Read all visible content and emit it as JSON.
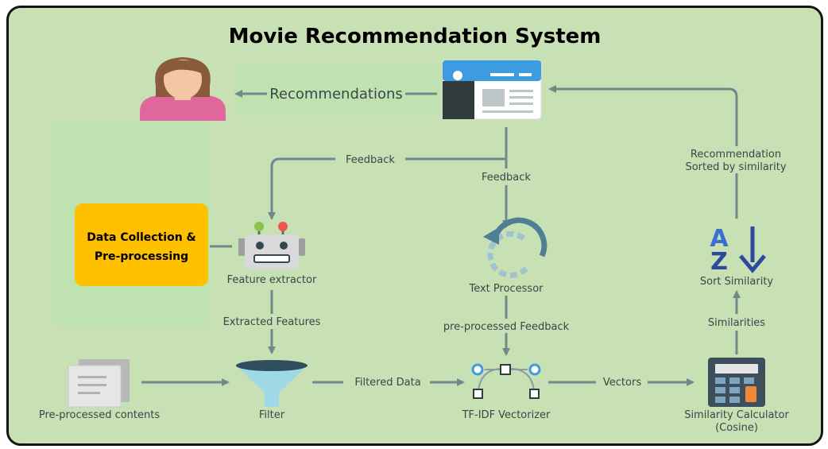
{
  "title": "Movie Recommendation System",
  "nodes": {
    "user": {
      "icon": "user-avatar-icon"
    },
    "app": {
      "icon": "web-app-icon"
    },
    "data_collection": {
      "line1": "Data Collection &",
      "line2": "Pre-processing"
    },
    "feature_extractor": {
      "label": "Feature extractor",
      "icon": "robot-icon"
    },
    "text_processor": {
      "label": "Text Processor",
      "icon": "refresh-cycle-icon"
    },
    "sort_similarity": {
      "label": "Sort Similarity",
      "icon": "sort-az-icon",
      "icon_a": "A",
      "icon_z": "Z"
    },
    "contents": {
      "label": "Pre-processed contents",
      "icon": "document-stack-icon"
    },
    "filter": {
      "label": "Filter",
      "icon": "funnel-icon"
    },
    "vectorizer": {
      "label": "TF-IDF Vectorizer",
      "icon": "vector-path-icon"
    },
    "calculator": {
      "line1": "Similarity Calculator",
      "line2": "(Cosine)",
      "icon": "calculator-icon"
    }
  },
  "edges": {
    "recommendations": "Recommendations",
    "feedback_left": "Feedback",
    "feedback_down": "Feedback",
    "recommendation_line1": "Recommendation",
    "recommendation_line2": "Sorted by similarity",
    "extracted_features": "Extracted Features",
    "preprocessed_feedback": "pre-processed Feedback",
    "similarities": "Similarities",
    "filtered_data": "Filtered Data",
    "vectors": "Vectors"
  },
  "colors": {
    "background": "#c7e0b4",
    "highlight": "#bfe3b0",
    "arrow": "#6f8a8c",
    "data_box": "#ffc000",
    "accent_blue": "#4aa3df",
    "dark_blue": "#2d4a9e"
  }
}
